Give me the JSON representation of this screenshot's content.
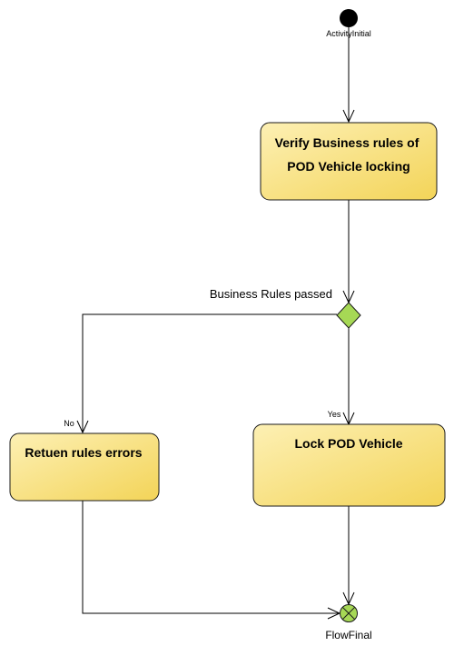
{
  "diagram": {
    "initial_node_label": "ActivityInitial",
    "final_node_label": "FlowFinal",
    "decision_label": "Business Rules passed",
    "branch_no_label": "No",
    "branch_yes_label": "Yes",
    "actions": {
      "verify_line1": "Verify Business rules of",
      "verify_line2": "POD Vehicle locking",
      "lock": "Lock POD Vehicle",
      "return_errors": "Retuen rules errors"
    },
    "colors": {
      "action_fill_start": "#fdf0b4",
      "action_fill_end": "#f3d458",
      "decision_fill": "#a6d855",
      "initial_fill": "#000000",
      "final_fill": "#a6d855"
    }
  }
}
